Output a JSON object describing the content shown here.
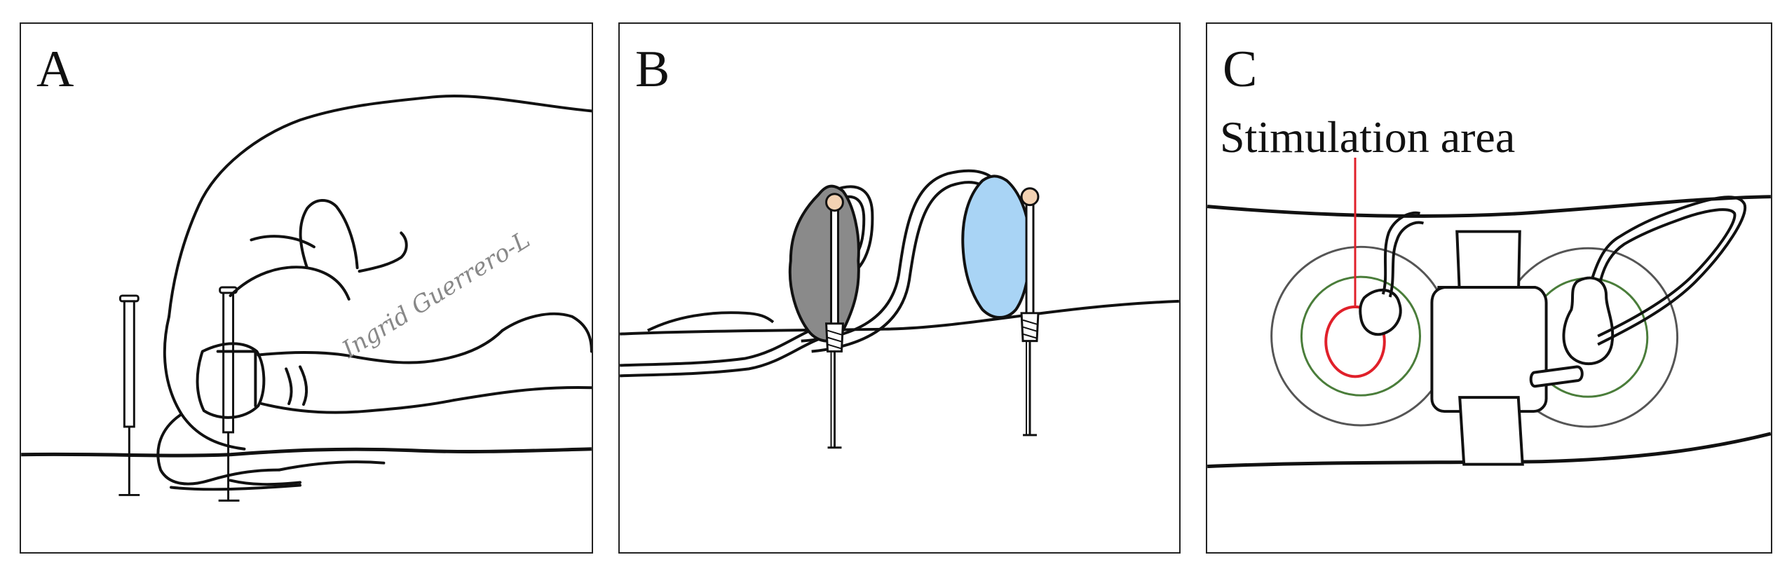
{
  "panels": {
    "a": {
      "label": "A",
      "signature": "Ingrid Guerrero-L"
    },
    "b": {
      "label": "B"
    },
    "c": {
      "label": "C",
      "callout": "Stimulation area"
    }
  },
  "colors": {
    "outline": "#111111",
    "gray_electrode": "#8a8a8a",
    "blue_electrode": "#a9d4f5",
    "needle_head": "#f3d2b3",
    "stimulation_ring": "#e0202a",
    "green_ring": "#4a7d3a",
    "gray_ring": "#555555"
  }
}
